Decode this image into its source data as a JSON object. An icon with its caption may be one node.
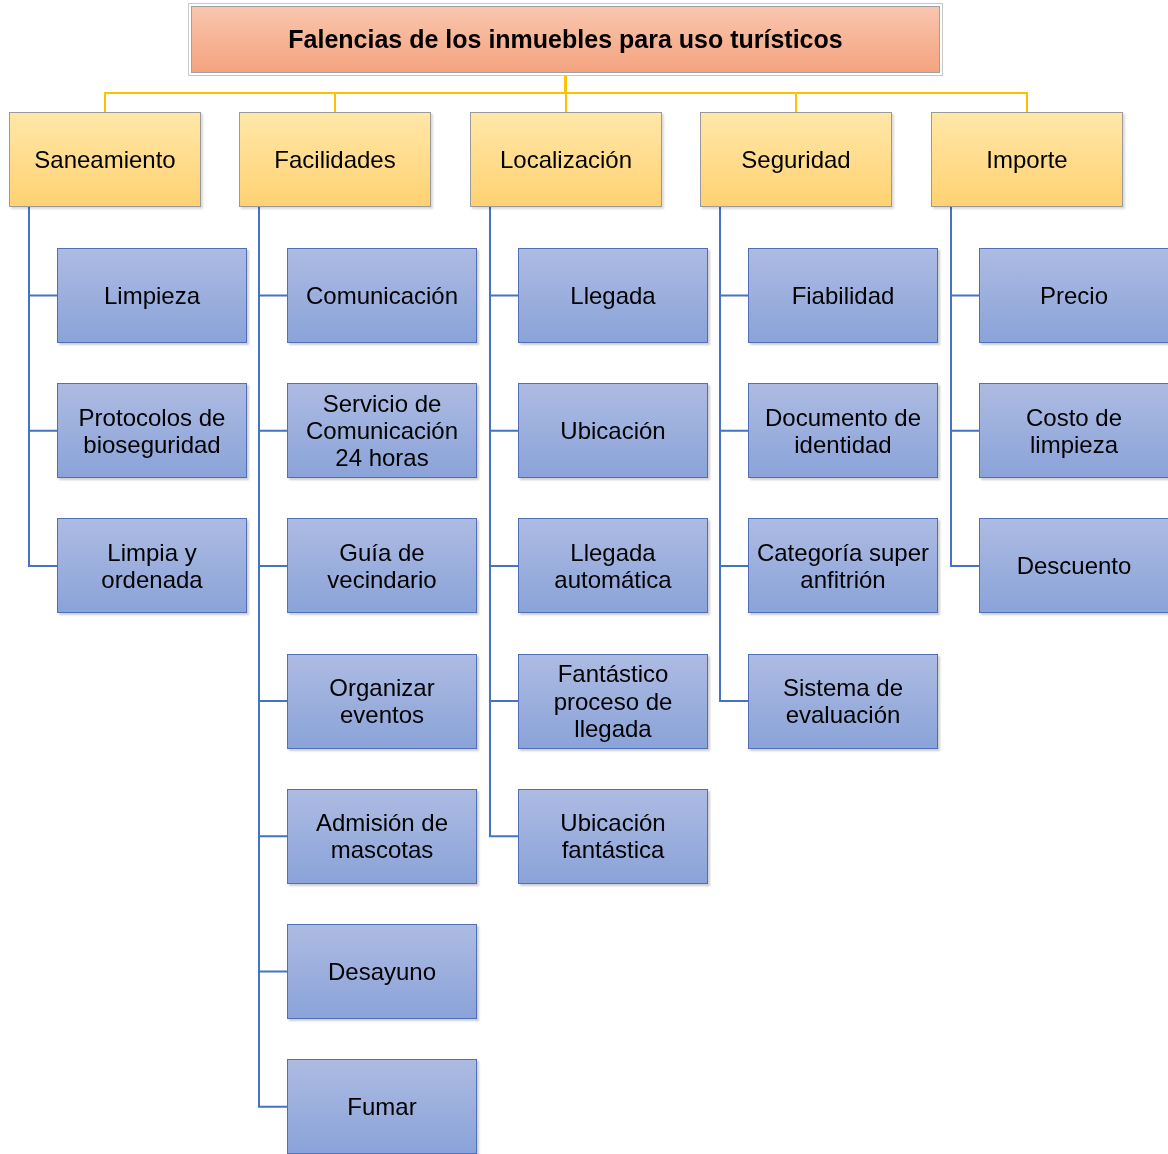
{
  "diagram": {
    "nodes": [
      {
        "text": [
          "Falencias de los inmuebles para uso turísticos"
        ]
      },
      {
        "text": [
          "Saneamiento"
        ]
      },
      {
        "text": [
          "Facilidades"
        ]
      },
      {
        "text": [
          "Localización"
        ]
      },
      {
        "text": [
          "Seguridad"
        ]
      },
      {
        "text": [
          "Importe"
        ]
      },
      {
        "text": [
          "Limpieza"
        ]
      },
      {
        "text": [
          "Protocolos de bioseguridad"
        ]
      },
      {
        "text": [
          "Limpia y ordenada"
        ]
      },
      {
        "text": [
          "Comunicación"
        ]
      },
      {
        "text": [
          "Servicio de Comunicación 24 horas"
        ]
      },
      {
        "text": [
          "Guía de vecindario"
        ]
      },
      {
        "text": [
          "Organizar eventos"
        ]
      },
      {
        "text": [
          "Admisión de mascotas"
        ]
      },
      {
        "text": [
          "Desayuno"
        ]
      },
      {
        "text": [
          "Fumar"
        ]
      },
      {
        "text": [
          "Llegada"
        ]
      },
      {
        "text": [
          "Ubicación"
        ]
      },
      {
        "text": [
          "Llegada automática"
        ]
      },
      {
        "text": [
          "Fantástico proceso de llegada"
        ]
      },
      {
        "text": [
          "Ubicación fantástica"
        ]
      },
      {
        "text": [
          "Fiabilidad"
        ]
      },
      {
        "text": [
          "Documento de identidad"
        ]
      },
      {
        "text": [
          "Categoría super anfitrión"
        ]
      },
      {
        "text": [
          "Sistema de evaluación"
        ]
      },
      {
        "text": [
          "Precio"
        ]
      },
      {
        "text": [
          "Costo de limpieza"
        ]
      },
      {
        "text": [
          "Descuento"
        ]
      }
    ],
    "edges": [
      {
        "from": 0,
        "to": 1,
        "arrow": "none",
        "color": "#ffc000"
      },
      {
        "from": 0,
        "to": 2,
        "arrow": "none",
        "color": "#ffc000"
      },
      {
        "from": 0,
        "to": 3,
        "arrow": "none",
        "color": "#ffc000"
      },
      {
        "from": 0,
        "to": 4,
        "arrow": "none",
        "color": "#ffc000"
      },
      {
        "from": 0,
        "to": 5,
        "arrow": "none",
        "color": "#ffc000"
      },
      {
        "from": 1,
        "to": 6,
        "arrow": "none"
      },
      {
        "from": 1,
        "to": 7,
        "arrow": "none"
      },
      {
        "from": 1,
        "to": 8,
        "arrow": "none"
      },
      {
        "from": 2,
        "to": 9,
        "arrow": "none"
      },
      {
        "from": 2,
        "to": 10,
        "arrow": "none"
      },
      {
        "from": 2,
        "to": 11,
        "arrow": "none"
      },
      {
        "from": 2,
        "to": 12,
        "arrow": "none"
      },
      {
        "from": 2,
        "to": 13,
        "arrow": "none"
      },
      {
        "from": 2,
        "to": 14,
        "arrow": "none"
      },
      {
        "from": 2,
        "to": 15,
        "arrow": "none"
      },
      {
        "from": 3,
        "to": 16,
        "arrow": "none"
      },
      {
        "from": 3,
        "to": 17,
        "arrow": "none"
      },
      {
        "from": 3,
        "to": 18,
        "arrow": "none"
      },
      {
        "from": 3,
        "to": 19,
        "arrow": "none"
      },
      {
        "from": 3,
        "to": 20,
        "arrow": "none"
      },
      {
        "from": 4,
        "to": 21,
        "arrow": "none"
      },
      {
        "from": 4,
        "to": 22,
        "arrow": "none"
      },
      {
        "from": 4,
        "to": 23,
        "arrow": "none"
      },
      {
        "from": 4,
        "to": 24,
        "arrow": "none"
      },
      {
        "from": 5,
        "to": 25,
        "arrow": "none"
      },
      {
        "from": 5,
        "to": 26,
        "arrow": "none"
      },
      {
        "from": 5,
        "to": 27,
        "arrow": "none"
      }
    ]
  }
}
